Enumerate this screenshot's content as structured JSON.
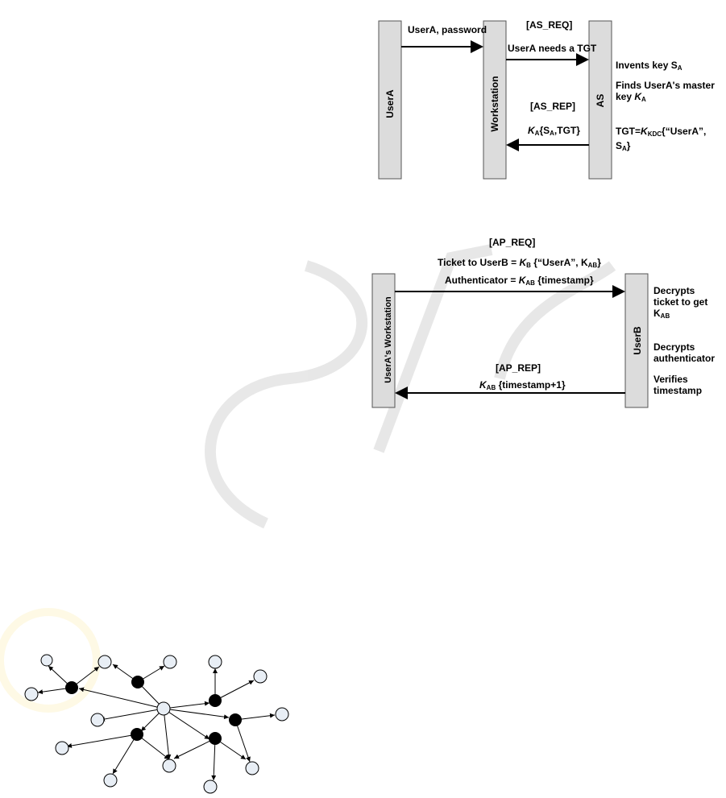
{
  "fig1": {
    "actors": {
      "usera": "UserA",
      "workstation": "Workstation",
      "as": "AS"
    },
    "msg_user_pw": "UserA, password",
    "as_req_tag": "[AS_REQ]",
    "as_req_text": "UserA needs a TGT",
    "as_rep_tag": "[AS_REP]",
    "as_rep_K": "K",
    "as_rep_A": "A",
    "as_rep_brace": "{S",
    "as_rep_A2": "A",
    "as_rep_tail": ",TGT}",
    "note1_text": "Invents key S",
    "note1_sub": "A",
    "note2_text": "Finds UserA's master key ",
    "note2_K": "K",
    "note2_sub": "A",
    "note3_pre": "TGT=",
    "note3_K": "K",
    "note3_sub": "KDC",
    "note3_post": "{“UserA”, S",
    "note3_sub2": "A",
    "note3_end": "}"
  },
  "fig2": {
    "actors": {
      "workstation": "UserA's Workstation",
      "userb": "UserB"
    },
    "ap_req_tag": "[AP_REQ]",
    "ticket_pre": "Ticket to UserB = ",
    "ticket_K": "K",
    "ticket_sub": "B",
    "ticket_post": " {“UserA”, K",
    "ticket_sub2": "AB",
    "ticket_end": "}",
    "auth_pre": "Authenticator = ",
    "auth_K": "K",
    "auth_sub": "AB",
    "auth_post": " {timestamp}",
    "ap_rep_tag": "[AP_REP]",
    "rep_K": "K",
    "rep_sub": "AB",
    "rep_post": " {timestamp+1}",
    "noteb1_text": "Decrypts ticket to get K",
    "noteb1_sub": "AB",
    "noteb2_text": "Decrypts authenticator",
    "noteb3_text": "Verifies timestamp"
  },
  "colors": {
    "bar_fill": "#dcdcdc",
    "bar_stroke": "#555555",
    "hub_fill": "#000000",
    "leaf_fill": "#e8eef5"
  }
}
